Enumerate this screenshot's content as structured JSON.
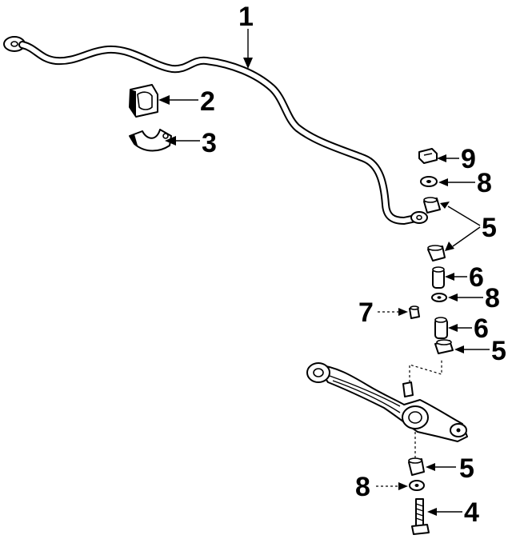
{
  "callouts": {
    "c1": "1",
    "c2": "2",
    "c3": "3",
    "c9": "9",
    "c8a": "8",
    "c5a": "5",
    "c6a": "6",
    "c8b": "8",
    "c7": "7",
    "c6b": "6",
    "c5b": "5",
    "c5c": "5",
    "c8c": "8",
    "c4": "4"
  },
  "colors": {
    "line": "#000000",
    "background": "#ffffff"
  }
}
